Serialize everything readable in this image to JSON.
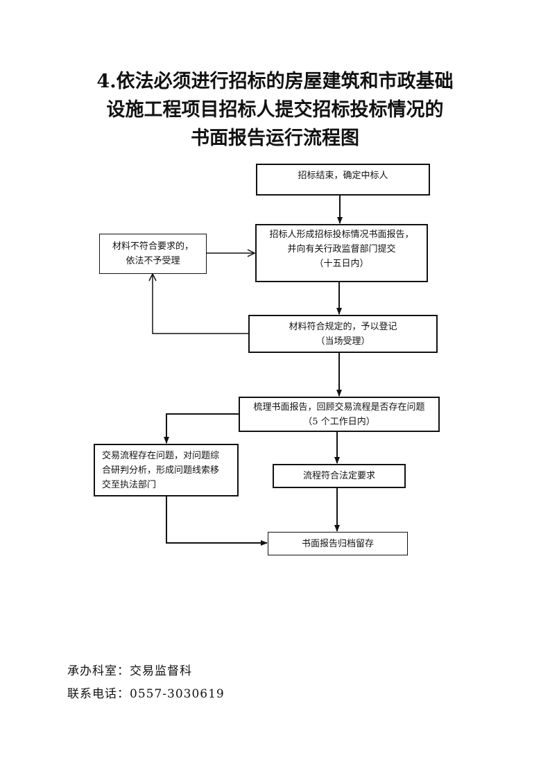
{
  "title": {
    "lines": [
      "4.依法必须进行招标的房屋建筑和市政基础",
      "设施工程项目招标人提交招标投标情况的",
      "书面报告运行流程图"
    ]
  },
  "flow": {
    "start": [
      "招标结束，确定中标人"
    ],
    "report": [
      "招标人形成招标投标情况书面报告，",
      "并向有关行政监督部门提交",
      "（十五日内）"
    ],
    "reject": [
      "材料不符合要求的，",
      "依法不予受理"
    ],
    "register": [
      "材料符合规定的，予以登记",
      "（当场受理）"
    ],
    "review": [
      "梳理书面报告，回顾交易流程是否存在问题",
      "（5 个工作日内）"
    ],
    "problem": [
      "交易流程存在问题，对问题综",
      "合研判分析，形成问题线索移",
      "交至执法部门"
    ],
    "compliant": [
      "流程符合法定要求"
    ],
    "archive": [
      "书面报告归档留存"
    ]
  },
  "footer": {
    "office": "承办科室：交易监督科",
    "phone": "联系电话：0557-3030619"
  }
}
